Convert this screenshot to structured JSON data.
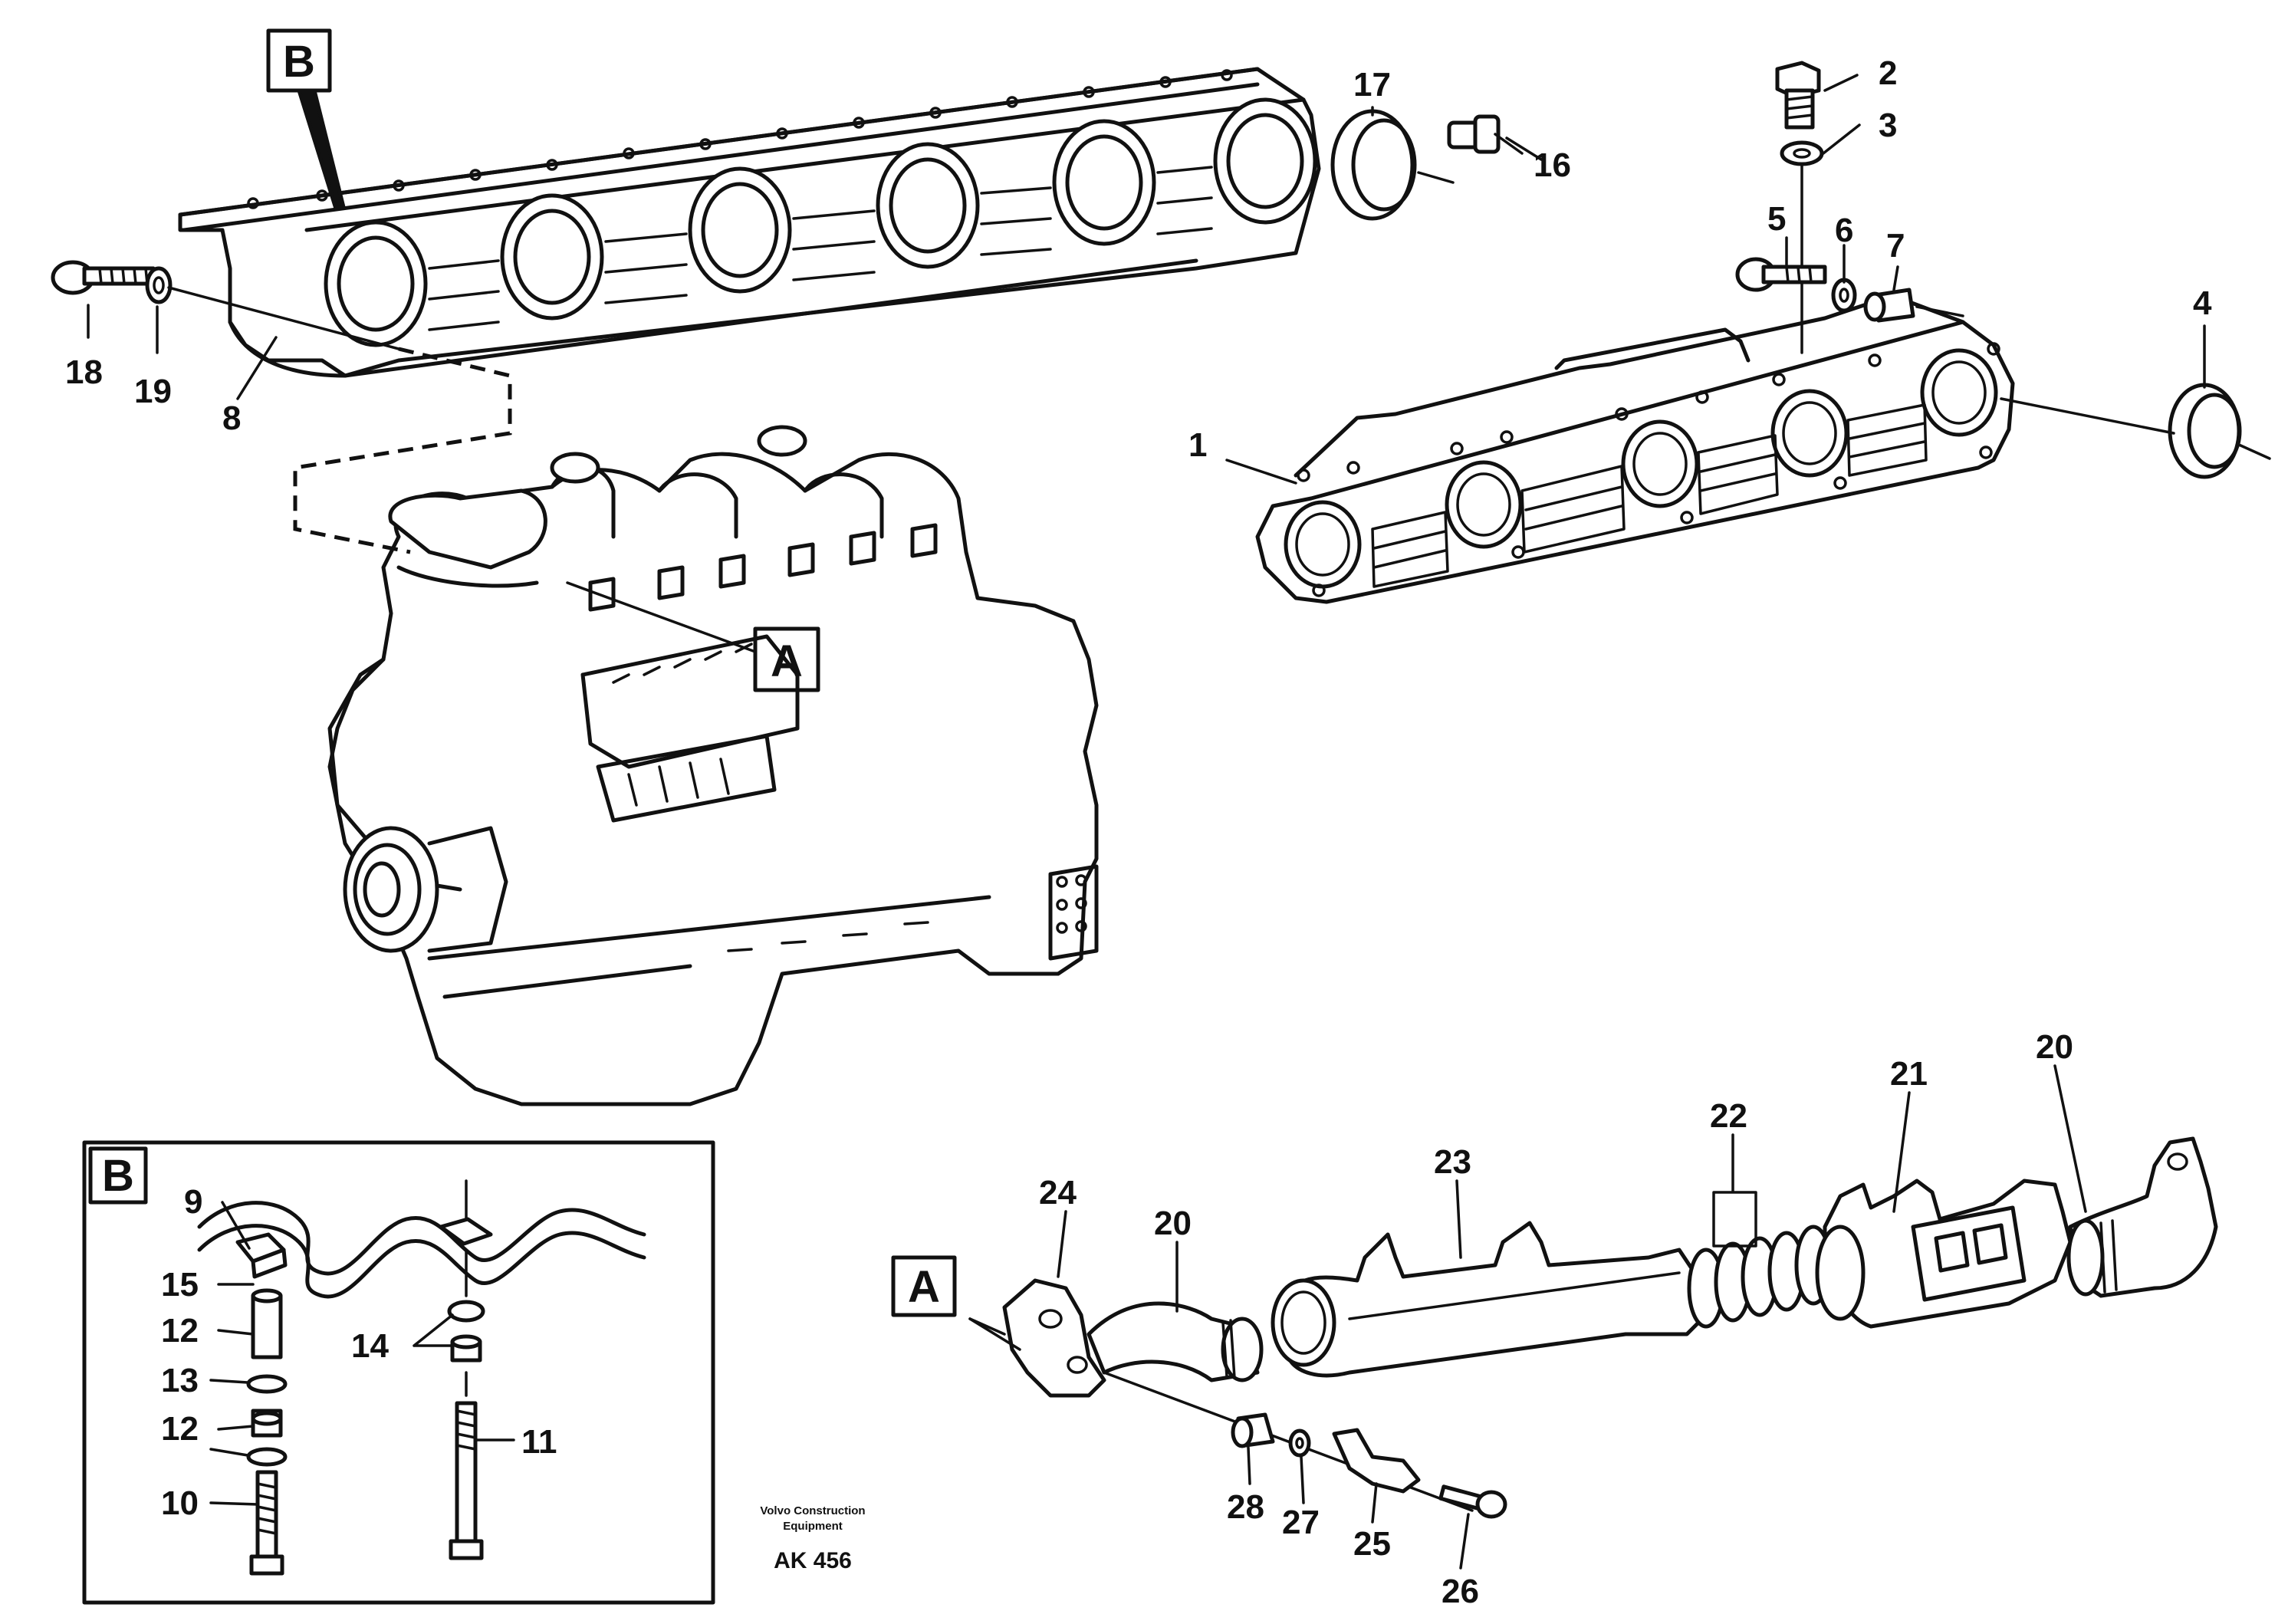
{
  "callouts": {
    "c1": "1",
    "c2": "2",
    "c3": "3",
    "c4": "4",
    "c5": "5",
    "c6": "6",
    "c7": "7",
    "c8": "8",
    "c9": "9",
    "c10": "10",
    "c11": "11",
    "c12a": "12",
    "c12b": "12",
    "c13": "13",
    "c14": "14",
    "c15": "15",
    "c16": "16",
    "c17": "17",
    "c18": "18",
    "c19": "19",
    "c20a": "20",
    "c20b": "20",
    "c21": "21",
    "c22": "22",
    "c23": "23",
    "c24": "24",
    "c25": "25",
    "c26": "26",
    "c27": "27",
    "c28": "28"
  },
  "views": {
    "box_a_top": "A",
    "box_a_bottom": "A",
    "box_b_top": "B",
    "box_b_inset": "B"
  },
  "footer": {
    "company_line1": "Volvo Construction",
    "company_line2": "Equipment",
    "drawing_code": "AK 456"
  }
}
